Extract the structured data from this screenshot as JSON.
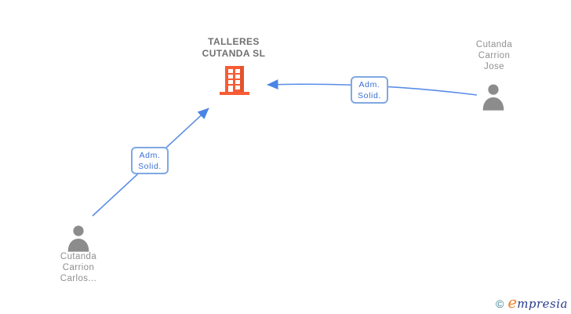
{
  "diagram": {
    "company": {
      "name_lines": [
        "TALLERES",
        "CUTANDA SL"
      ],
      "icon": "building-icon"
    },
    "persons": [
      {
        "id": "jose",
        "name_lines": [
          "Cutanda",
          "Carrion",
          "Jose"
        ],
        "icon": "person-icon"
      },
      {
        "id": "carlos",
        "name_lines": [
          "Cutanda",
          "Carrion",
          "Carlos..."
        ],
        "icon": "person-icon"
      }
    ],
    "edges": [
      {
        "from": "jose",
        "to": "company",
        "label_lines": [
          "Adm.",
          "Solid."
        ],
        "direction": "arrow-points-to-company"
      },
      {
        "from": "carlos",
        "to": "company",
        "label_lines": [
          "Adm.",
          "Solid."
        ],
        "direction": "arrow-points-to-company"
      }
    ],
    "colors": {
      "building_orange": "#f85c35",
      "building_shade": "#e4532e",
      "person_gray": "#8c8c8c",
      "arrow_blue": "#4a84e4",
      "label_text_blue": "#3b6fd4",
      "label_border_blue": "#7fa8e2",
      "title_gray": "#707070",
      "name_gray": "#909090"
    }
  },
  "footer": {
    "copyright_symbol": "©",
    "brand_initial": "e",
    "brand_rest": "mpresia"
  }
}
